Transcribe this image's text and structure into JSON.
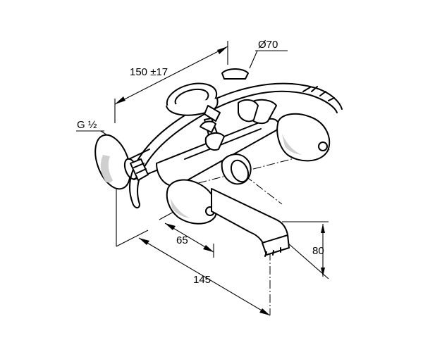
{
  "dimensions": {
    "total_length": "150 ±17",
    "shower_diameter": "Ø70",
    "connection_thread": "G ½",
    "handle_offset": "65",
    "spout_projection": "145",
    "spout_height": "80"
  }
}
